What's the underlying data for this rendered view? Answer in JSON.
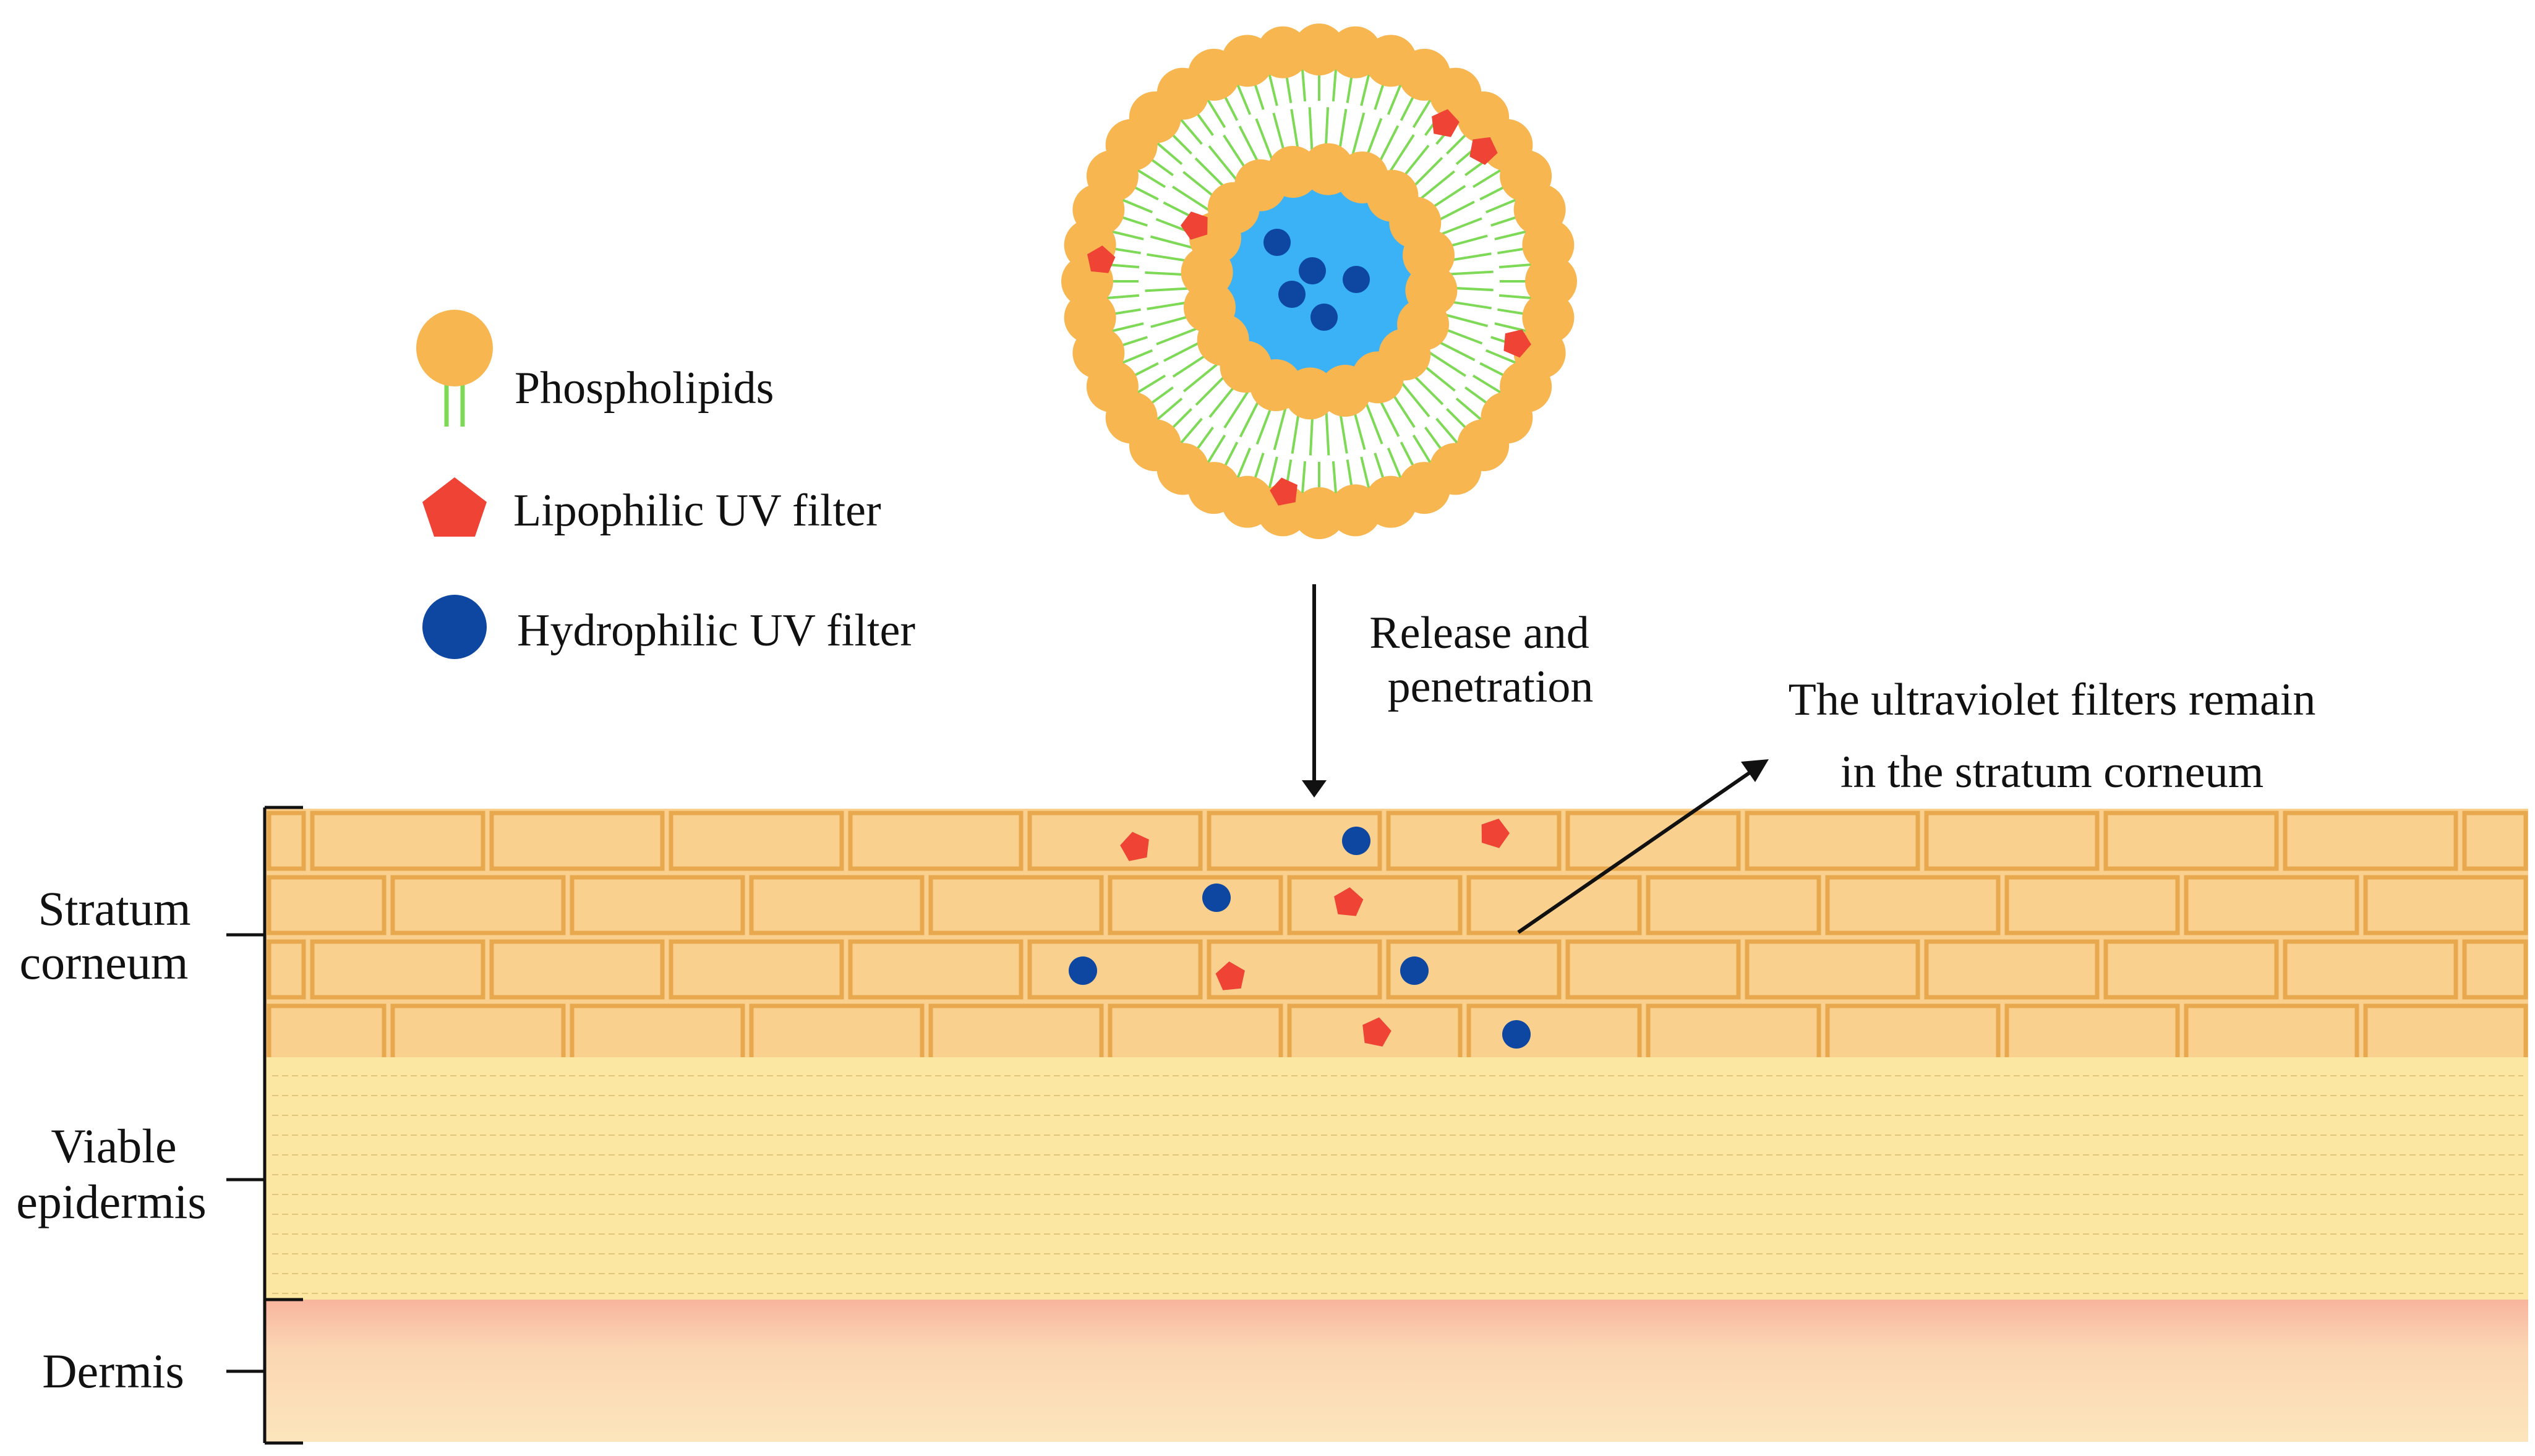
{
  "legend": {
    "phospholipids": "Phospholipids",
    "lipophilic": "Lipophilic UV filter",
    "hydrophilic": "Hydrophilic UV filter"
  },
  "arrow_label": {
    "line1": "Release and",
    "line2": "penetration"
  },
  "callout": {
    "line1": "The ultraviolet filters remain",
    "line2": "in the stratum corneum"
  },
  "layers": {
    "stratum_1": "Stratum",
    "stratum_2": "corneum",
    "viable_1": "Viable",
    "viable_2": "epidermis",
    "dermis": "Dermis"
  },
  "colors": {
    "phospholipid_head": "#F8B650",
    "lipid_tail": "#7ED957",
    "lipophilic_filter": "#EE4335",
    "hydrophilic_filter": "#0D47A1",
    "aqueous_core": "#3BB2F5",
    "stratum_corneum": "#FAD08F",
    "brick_mortar": "#E8A94E",
    "viable_epidermis": "#FBE7A1",
    "dermis_top": "#F8B59E",
    "dermis_bottom": "#FCE3B8"
  },
  "icons": [
    "phospholipid-icon",
    "lipophilic-filter-icon",
    "hydrophilic-filter-icon"
  ]
}
